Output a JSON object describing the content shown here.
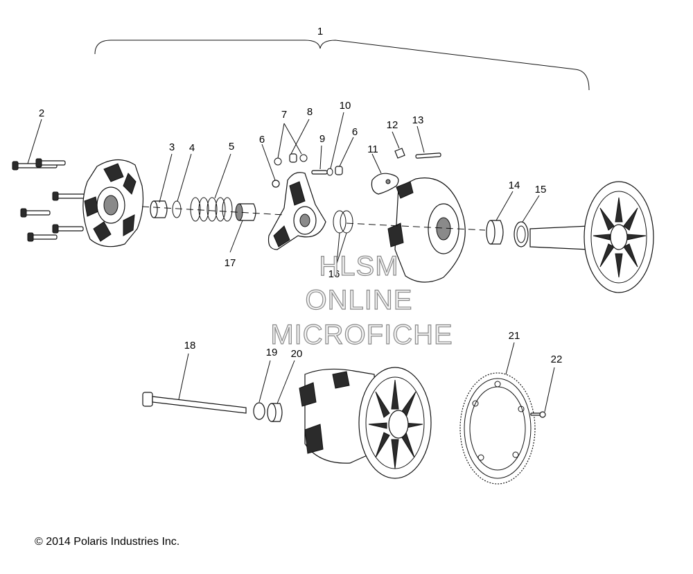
{
  "callouts": [
    {
      "id": "c1",
      "label": "1"
    },
    {
      "id": "c2",
      "label": "2"
    },
    {
      "id": "c3",
      "label": "3"
    },
    {
      "id": "c4",
      "label": "4"
    },
    {
      "id": "c5",
      "label": "5"
    },
    {
      "id": "c6a",
      "label": "6"
    },
    {
      "id": "c6b",
      "label": "6"
    },
    {
      "id": "c7",
      "label": "7"
    },
    {
      "id": "c8",
      "label": "8"
    },
    {
      "id": "c9",
      "label": "9"
    },
    {
      "id": "c10",
      "label": "10"
    },
    {
      "id": "c11",
      "label": "11"
    },
    {
      "id": "c12",
      "label": "12"
    },
    {
      "id": "c13",
      "label": "13"
    },
    {
      "id": "c14",
      "label": "14"
    },
    {
      "id": "c15",
      "label": "15"
    },
    {
      "id": "c16",
      "label": "16"
    },
    {
      "id": "c17",
      "label": "17"
    },
    {
      "id": "c18",
      "label": "18"
    },
    {
      "id": "c19",
      "label": "19"
    },
    {
      "id": "c20",
      "label": "20"
    },
    {
      "id": "c21",
      "label": "21"
    },
    {
      "id": "c22",
      "label": "22"
    }
  ],
  "watermark": {
    "line1": "HLSM",
    "line2": "ONLINE",
    "line3": "MICROFICHE"
  },
  "copyright": "© 2014 Polaris Industries Inc."
}
